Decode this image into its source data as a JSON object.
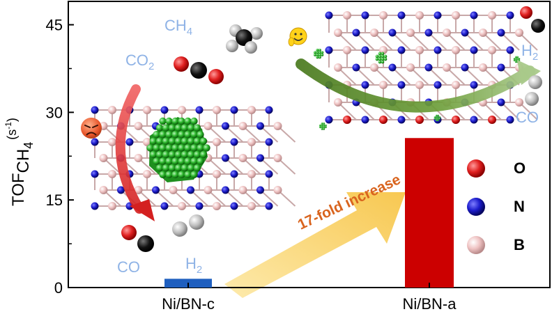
{
  "colors": {
    "bar_c": "#1f5fbf",
    "bar_a": "#cc0000",
    "label_blue": "#8fb3e6",
    "arrow_text": "#d9641e",
    "oxygen": "#e02020",
    "nitrogen": "#1c1ccc",
    "boron": "#efc3c3",
    "carbon": "#111111",
    "hydrogen": "#bdbdbd",
    "nickel": "#2bb52b"
  },
  "chart_data": {
    "type": "bar",
    "categories": [
      "Ni/BN-c",
      "Ni/BN-a"
    ],
    "values": [
      1.5,
      25.6
    ],
    "ylabel": "TOF",
    "ylabel_sub": "CH",
    "ylabel_subsub": "4",
    "ylabel_unit": "(s",
    "ylabel_unit_sup": "-1",
    "ylabel_unit_close": ")",
    "ylim": [
      0,
      49
    ],
    "yticks": [
      "0",
      "15",
      "30",
      "45"
    ],
    "ytick_values": [
      0,
      15,
      30,
      45
    ],
    "grid": false
  },
  "annotations": {
    "arrow_text": "17-fold increase",
    "left_ch4": "CH",
    "left_ch4_sub": "4",
    "left_co2": "CO",
    "left_co2_sub": "2",
    "left_co": "CO",
    "left_h2": "H",
    "left_h2_sub": "2",
    "right_h2": "H",
    "right_h2_sub": "2",
    "right_co": "CO"
  },
  "legend": [
    {
      "label": "O",
      "color": "#e02020"
    },
    {
      "label": "N",
      "color": "#1c1ccc"
    },
    {
      "label": "B",
      "color": "#efc3c3"
    }
  ]
}
